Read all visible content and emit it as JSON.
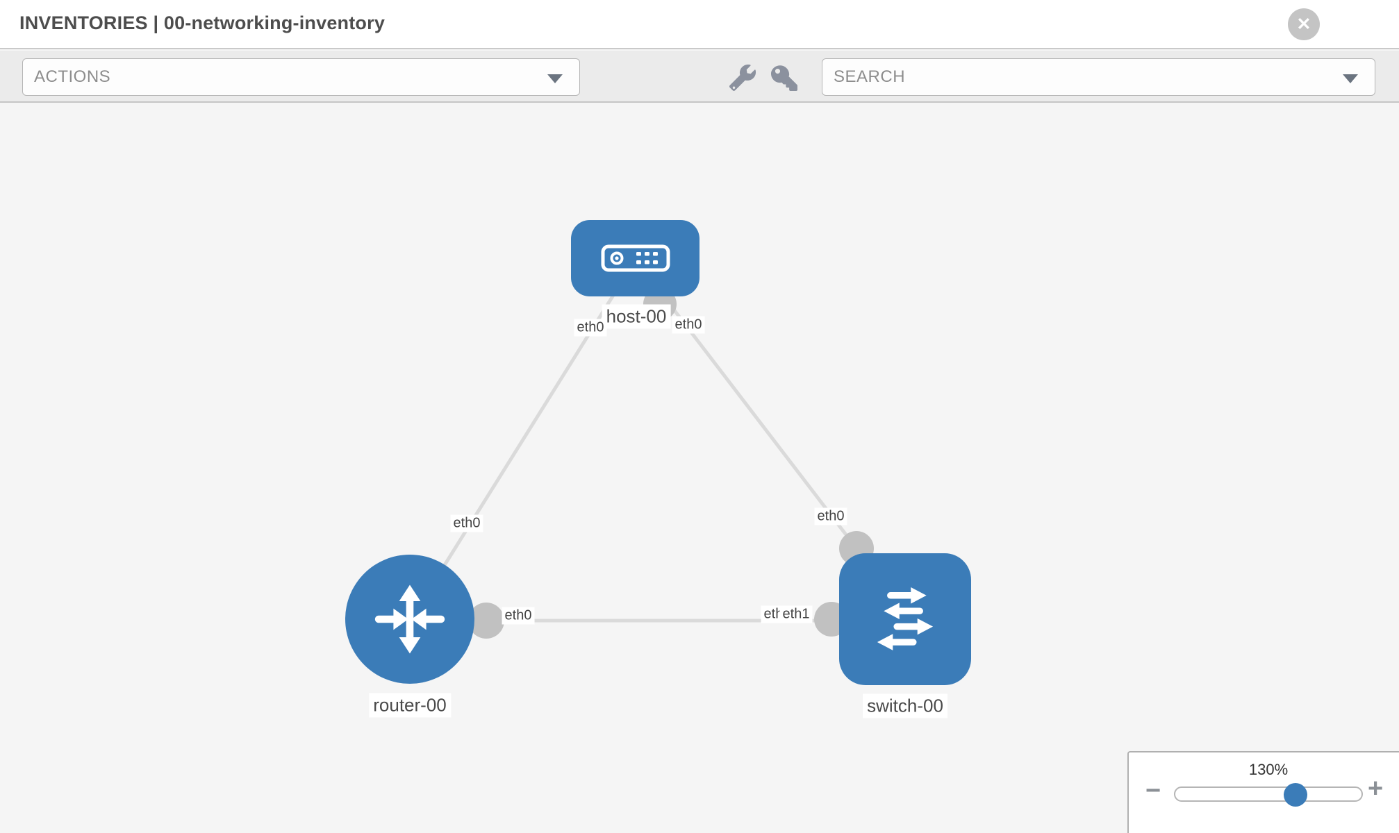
{
  "header": {
    "title": "INVENTORIES | 00-networking-inventory",
    "close_label": "✕"
  },
  "toolbar": {
    "actions_placeholder": "ACTIONS",
    "search_placeholder": "SEARCH",
    "icons": [
      "wrench-icon",
      "key-icon"
    ]
  },
  "diagram": {
    "nodes": [
      {
        "label": "host-00",
        "type": "host"
      },
      {
        "label": "router-00",
        "type": "router"
      },
      {
        "label": "switch-00",
        "type": "switch"
      }
    ],
    "links": [
      {
        "from": "host-00",
        "to": "router-00",
        "from_iface": "eth0",
        "to_iface": "eth0"
      },
      {
        "from": "host-00",
        "to": "switch-00",
        "from_iface": "eth0",
        "to_iface": "eth0"
      },
      {
        "from": "router-00",
        "to": "switch-00",
        "from_iface": "eth0",
        "to_iface": "eth1",
        "to_iface_under": "eth0"
      }
    ]
  },
  "zoom_control": {
    "level": "130%",
    "minus": "−",
    "plus": "+"
  },
  "colors": {
    "node_blue": "#3b7cb8",
    "link_gray": "#dadada",
    "port_gray": "#c1c1c1"
  }
}
